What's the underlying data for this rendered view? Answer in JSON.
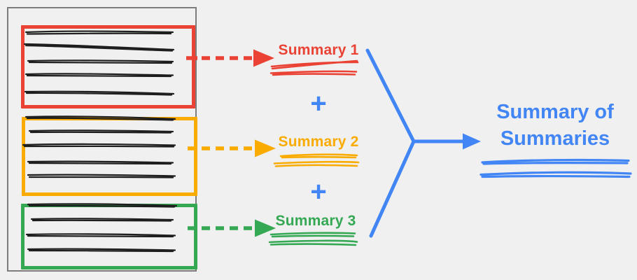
{
  "colors": {
    "background": "#f0f0f0",
    "ink": "#1e1e1e",
    "frame": "#7d7d7d",
    "red": "#ea4335",
    "orange": "#f9ab00",
    "green": "#34a853",
    "blue": "#4285f4"
  },
  "diagram": {
    "summaries": [
      {
        "label": "Summary 1",
        "color": "#ea4335"
      },
      {
        "label": "Summary 2",
        "color": "#f9ab00"
      },
      {
        "label": "Summary 3",
        "color": "#34a853"
      }
    ],
    "plus_operator": "+",
    "result_label": "Summary of Summaries",
    "result_color": "#4285f4"
  }
}
